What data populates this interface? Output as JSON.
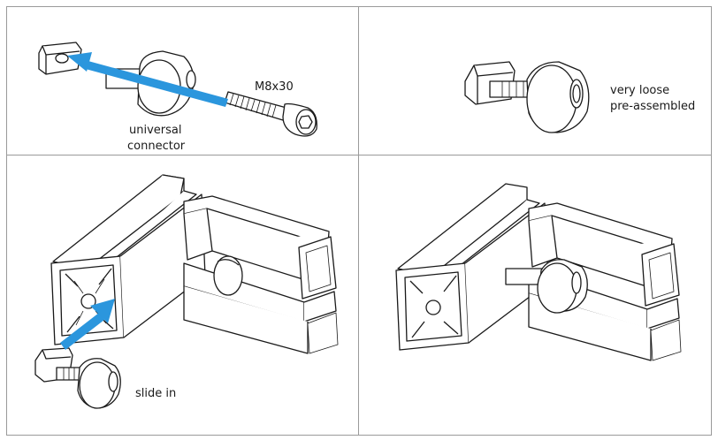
{
  "panels": {
    "p1": {
      "label_connector_line1": "universal",
      "label_connector_line2": "connector",
      "label_screw": "M8x30"
    },
    "p2": {
      "label_line1": "very loose",
      "label_line2": "pre-assembled"
    },
    "p3": {
      "label": "slide in"
    }
  },
  "colors": {
    "arrow": "#2b96dd",
    "line": "#1a1a1a",
    "border": "#9a9a9a"
  }
}
